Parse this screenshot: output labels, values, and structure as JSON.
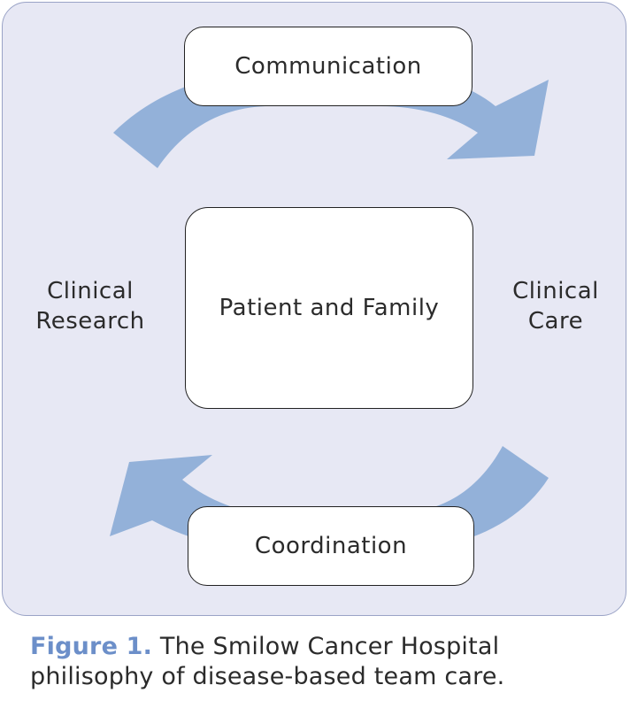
{
  "diagram": {
    "top_box": "Communication",
    "center_box": "Patient and Family",
    "bottom_box": "Coordination",
    "left_label": [
      "Clinical",
      "Research"
    ],
    "right_label": [
      "Clinical",
      "Care"
    ],
    "arrow_color": "#93b1d9",
    "panel_color": "#e7e8f4"
  },
  "caption": {
    "label": "Figure 1.",
    "text": " The Smilow Cancer Hospital philisophy of disease-based team care.",
    "label_color": "#6c8fc9"
  }
}
